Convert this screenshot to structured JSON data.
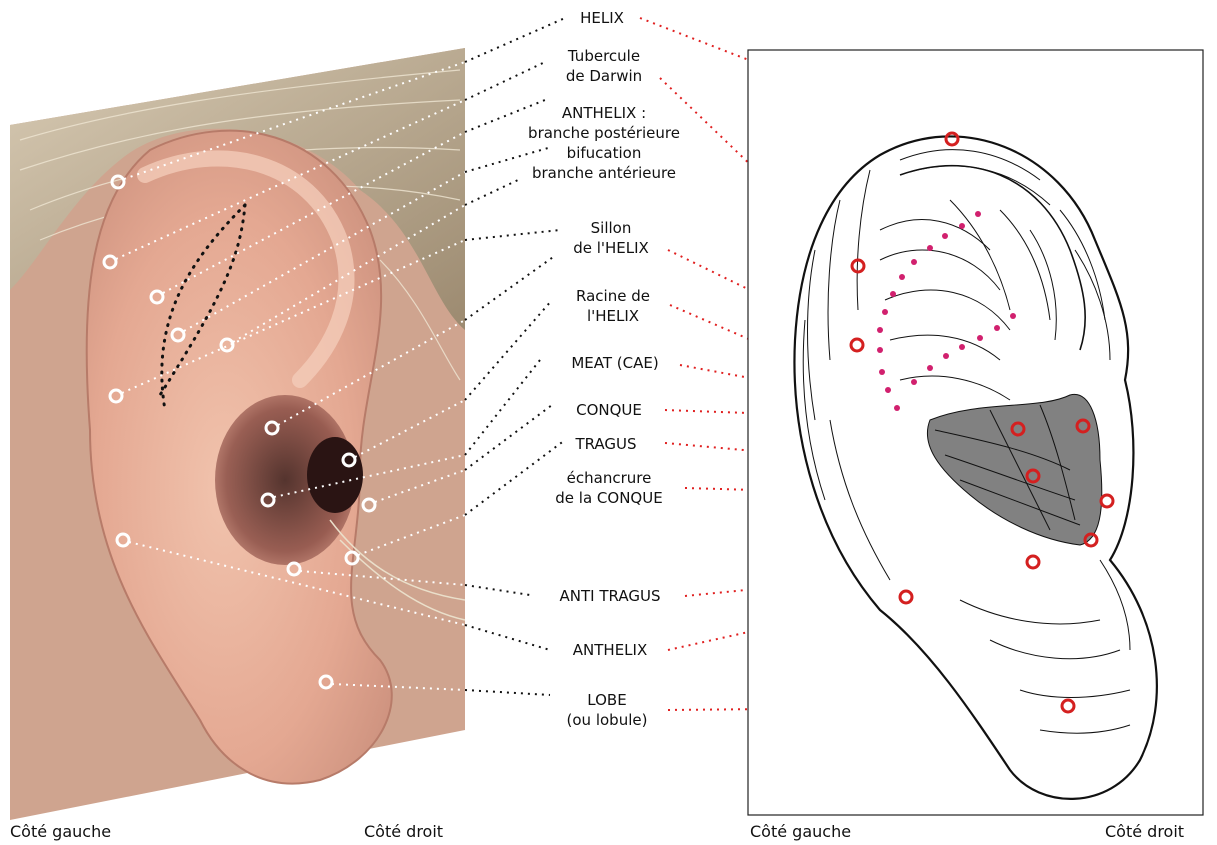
{
  "photo": {
    "captions": {
      "left": "Côté gauche",
      "right": "Côté droit"
    }
  },
  "drawing": {
    "captions": {
      "left": "Côté gauche",
      "right": "Côté droit"
    }
  },
  "labels": {
    "helix": [
      "HELIX"
    ],
    "darwin": [
      "Tubercule",
      "de Darwin"
    ],
    "anthelix_branches": [
      "ANTHELIX :",
      "branche postérieure",
      "bifucation",
      "branche antérieure"
    ],
    "sillon": [
      "Sillon",
      "de l'HELIX"
    ],
    "racine": [
      "Racine de",
      "l'HELIX"
    ],
    "meat": [
      "MEAT (CAE)"
    ],
    "conque": [
      "CONQUE"
    ],
    "tragus": [
      "TRAGUS"
    ],
    "echancrure": [
      "échancrure",
      "de la CONQUE"
    ],
    "antitragus": [
      "ANTI TRAGUS"
    ],
    "anthelix": [
      "ANTHELIX"
    ],
    "lobe": [
      "LOBE",
      "(ou lobule)"
    ]
  },
  "colors": {
    "photo_leader": "#ffffff",
    "label_leader": "#111111",
    "drawing_leader": "#e02020",
    "drawing_marker": "#d42020",
    "anthelix_dots": "#d1206e",
    "skin": "#e9b59f",
    "hair": "#b9a68a",
    "ink": "#111111"
  }
}
